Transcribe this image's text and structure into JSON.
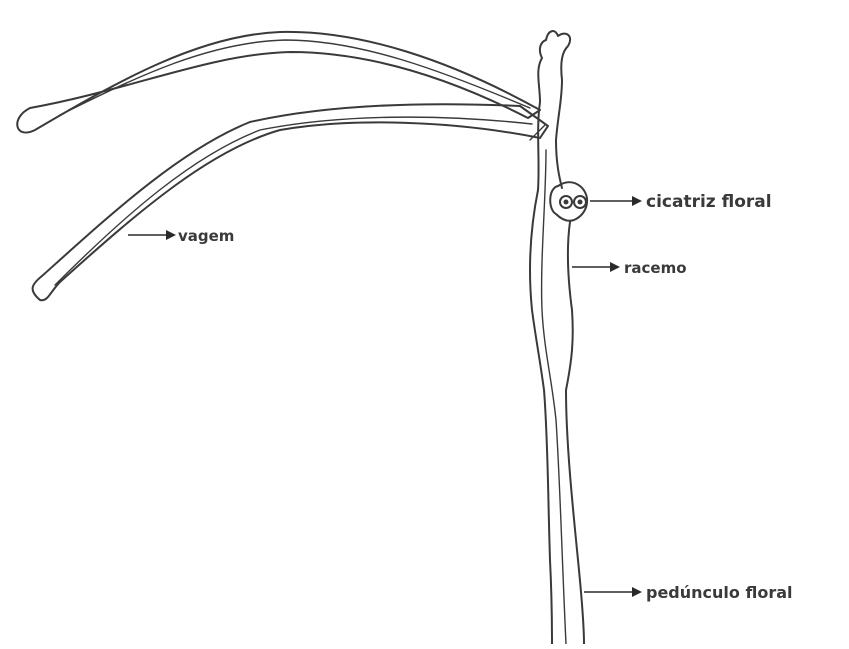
{
  "labels": {
    "pod": "vagem",
    "floral_scar": "cicatriz floral",
    "raceme": "racemo",
    "flower_peduncle": "pedúnculo floral"
  },
  "colors": {
    "line": "#3a3a3a",
    "background": "#ffffff"
  }
}
